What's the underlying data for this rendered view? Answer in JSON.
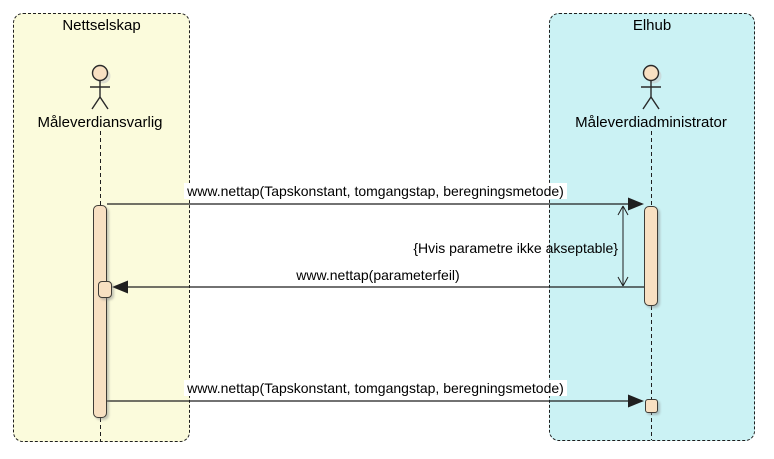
{
  "diagram": {
    "type": "sequence",
    "frames": [
      {
        "title": "Nettselskap",
        "actor": "Måleverdiansvarlig",
        "fill": "#FBFBDC"
      },
      {
        "title": "Elhub",
        "actor": "Måleverdiadministrator",
        "fill": "#CBF2F4"
      }
    ],
    "messages": [
      {
        "label": "www.nettap(Tapskonstant, tomgangstap, beregningsmetode)",
        "from": "Måleverdiansvarlig",
        "to": "Måleverdiadministrator",
        "direction": "right"
      },
      {
        "label": "www.nettap(parameterfeil)",
        "from": "Måleverdiadministrator",
        "to": "Måleverdiansvarlig",
        "direction": "left"
      },
      {
        "label": "www.nettap(Tapskonstant, tomgangstap, beregningsmetode)",
        "from": "Måleverdiansvarlig",
        "to": "Måleverdiadministrator",
        "direction": "right"
      }
    ],
    "constraint": {
      "label": "{Hvis parametre ikke akseptable}"
    },
    "colors": {
      "frame_left_fill": "#FBFBDC",
      "frame_right_fill": "#CBF2F4",
      "activation_fill": "#F8E0C2",
      "activation_border": "#3F3C36",
      "line": "#1f1f1f",
      "label_background": "#FFFFFF"
    }
  }
}
